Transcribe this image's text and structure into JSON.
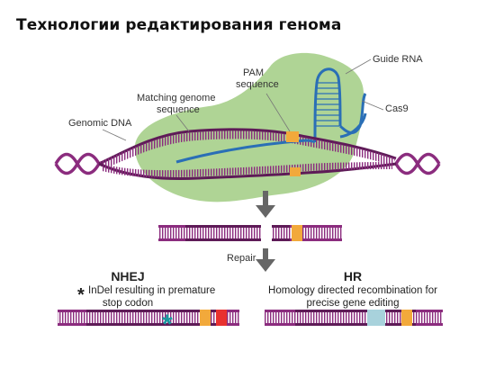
{
  "title": "Технологии редактирования генома",
  "labels": {
    "genomic_dna": "Genomic DNA",
    "matching_genome_1": "Matching genome",
    "matching_genome_2": "sequence",
    "pam_1": "PAM",
    "pam_2": "sequence",
    "guide_rna": "Guide RNA",
    "cas9": "Cas9",
    "repair": "Repair"
  },
  "nhej": {
    "title": "NHEJ",
    "line1": "InDel resulting in premature",
    "line2": "stop codon",
    "star": "*"
  },
  "hr": {
    "title": "HR",
    "line1": "Homology directed recombination for",
    "line2": "precise gene editing"
  },
  "colors": {
    "dna": "#8b2c7e",
    "dna_dark": "#5e1b57",
    "cas9": "#a6cf8a",
    "guide_rna": "#2a6fb6",
    "pam": "#f2a93b",
    "stop": "#e8312f",
    "insert": "#a8d2dc",
    "indel": "#1a9aa0",
    "arrow": "#666666"
  }
}
